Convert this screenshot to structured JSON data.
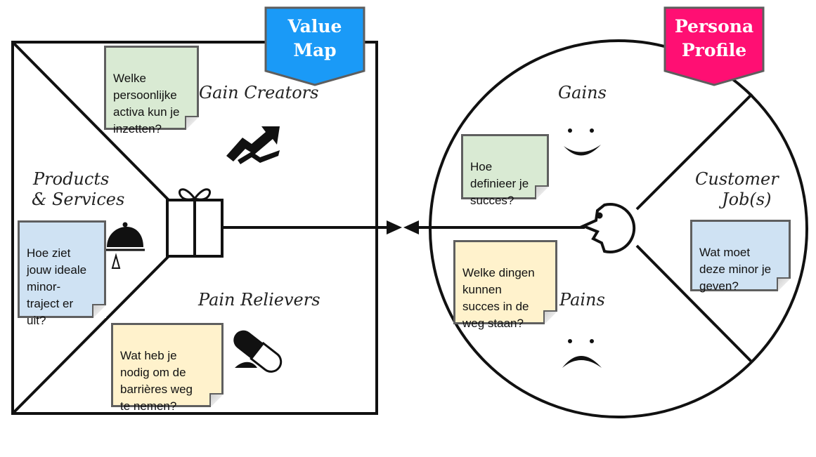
{
  "banners": {
    "value_map": "Value\nMap",
    "persona_profile": "Persona\nProfile",
    "value_map_color": "#1a9af7",
    "persona_profile_color": "#ff0f73"
  },
  "value_map": {
    "gain_creators": "Gain Creators",
    "products_services_line1": "Products",
    "products_services_line2": "& Services",
    "pain_relievers": "Pain Relievers"
  },
  "persona": {
    "gains": "Gains",
    "customer_jobs_line1": "Customer",
    "customer_jobs_line2": "Job(s)",
    "pains": "Pains"
  },
  "notes": {
    "gain_creators": "Welke\npersoonlijke\nactiva kun je\ninzetten?",
    "products": "Hoe ziet\njouw ideale\nminor-\ntraject er\nuit?",
    "pain_relievers": "Wat heb je\nnodig om de\nbarrières weg\nte nemen?",
    "gains": "Hoe\ndefinieer je\nsucces?",
    "pains": "Welke dingen\nkunnen\nsucces in de\nweg staan?",
    "customer_jobs": "Wat moet\ndeze minor je\ngeven?"
  },
  "icons": [
    "gift-icon",
    "trend-up-icon",
    "cloche-icon",
    "pill-icon",
    "smiley-icon",
    "frown-icon",
    "person-head-icon"
  ]
}
